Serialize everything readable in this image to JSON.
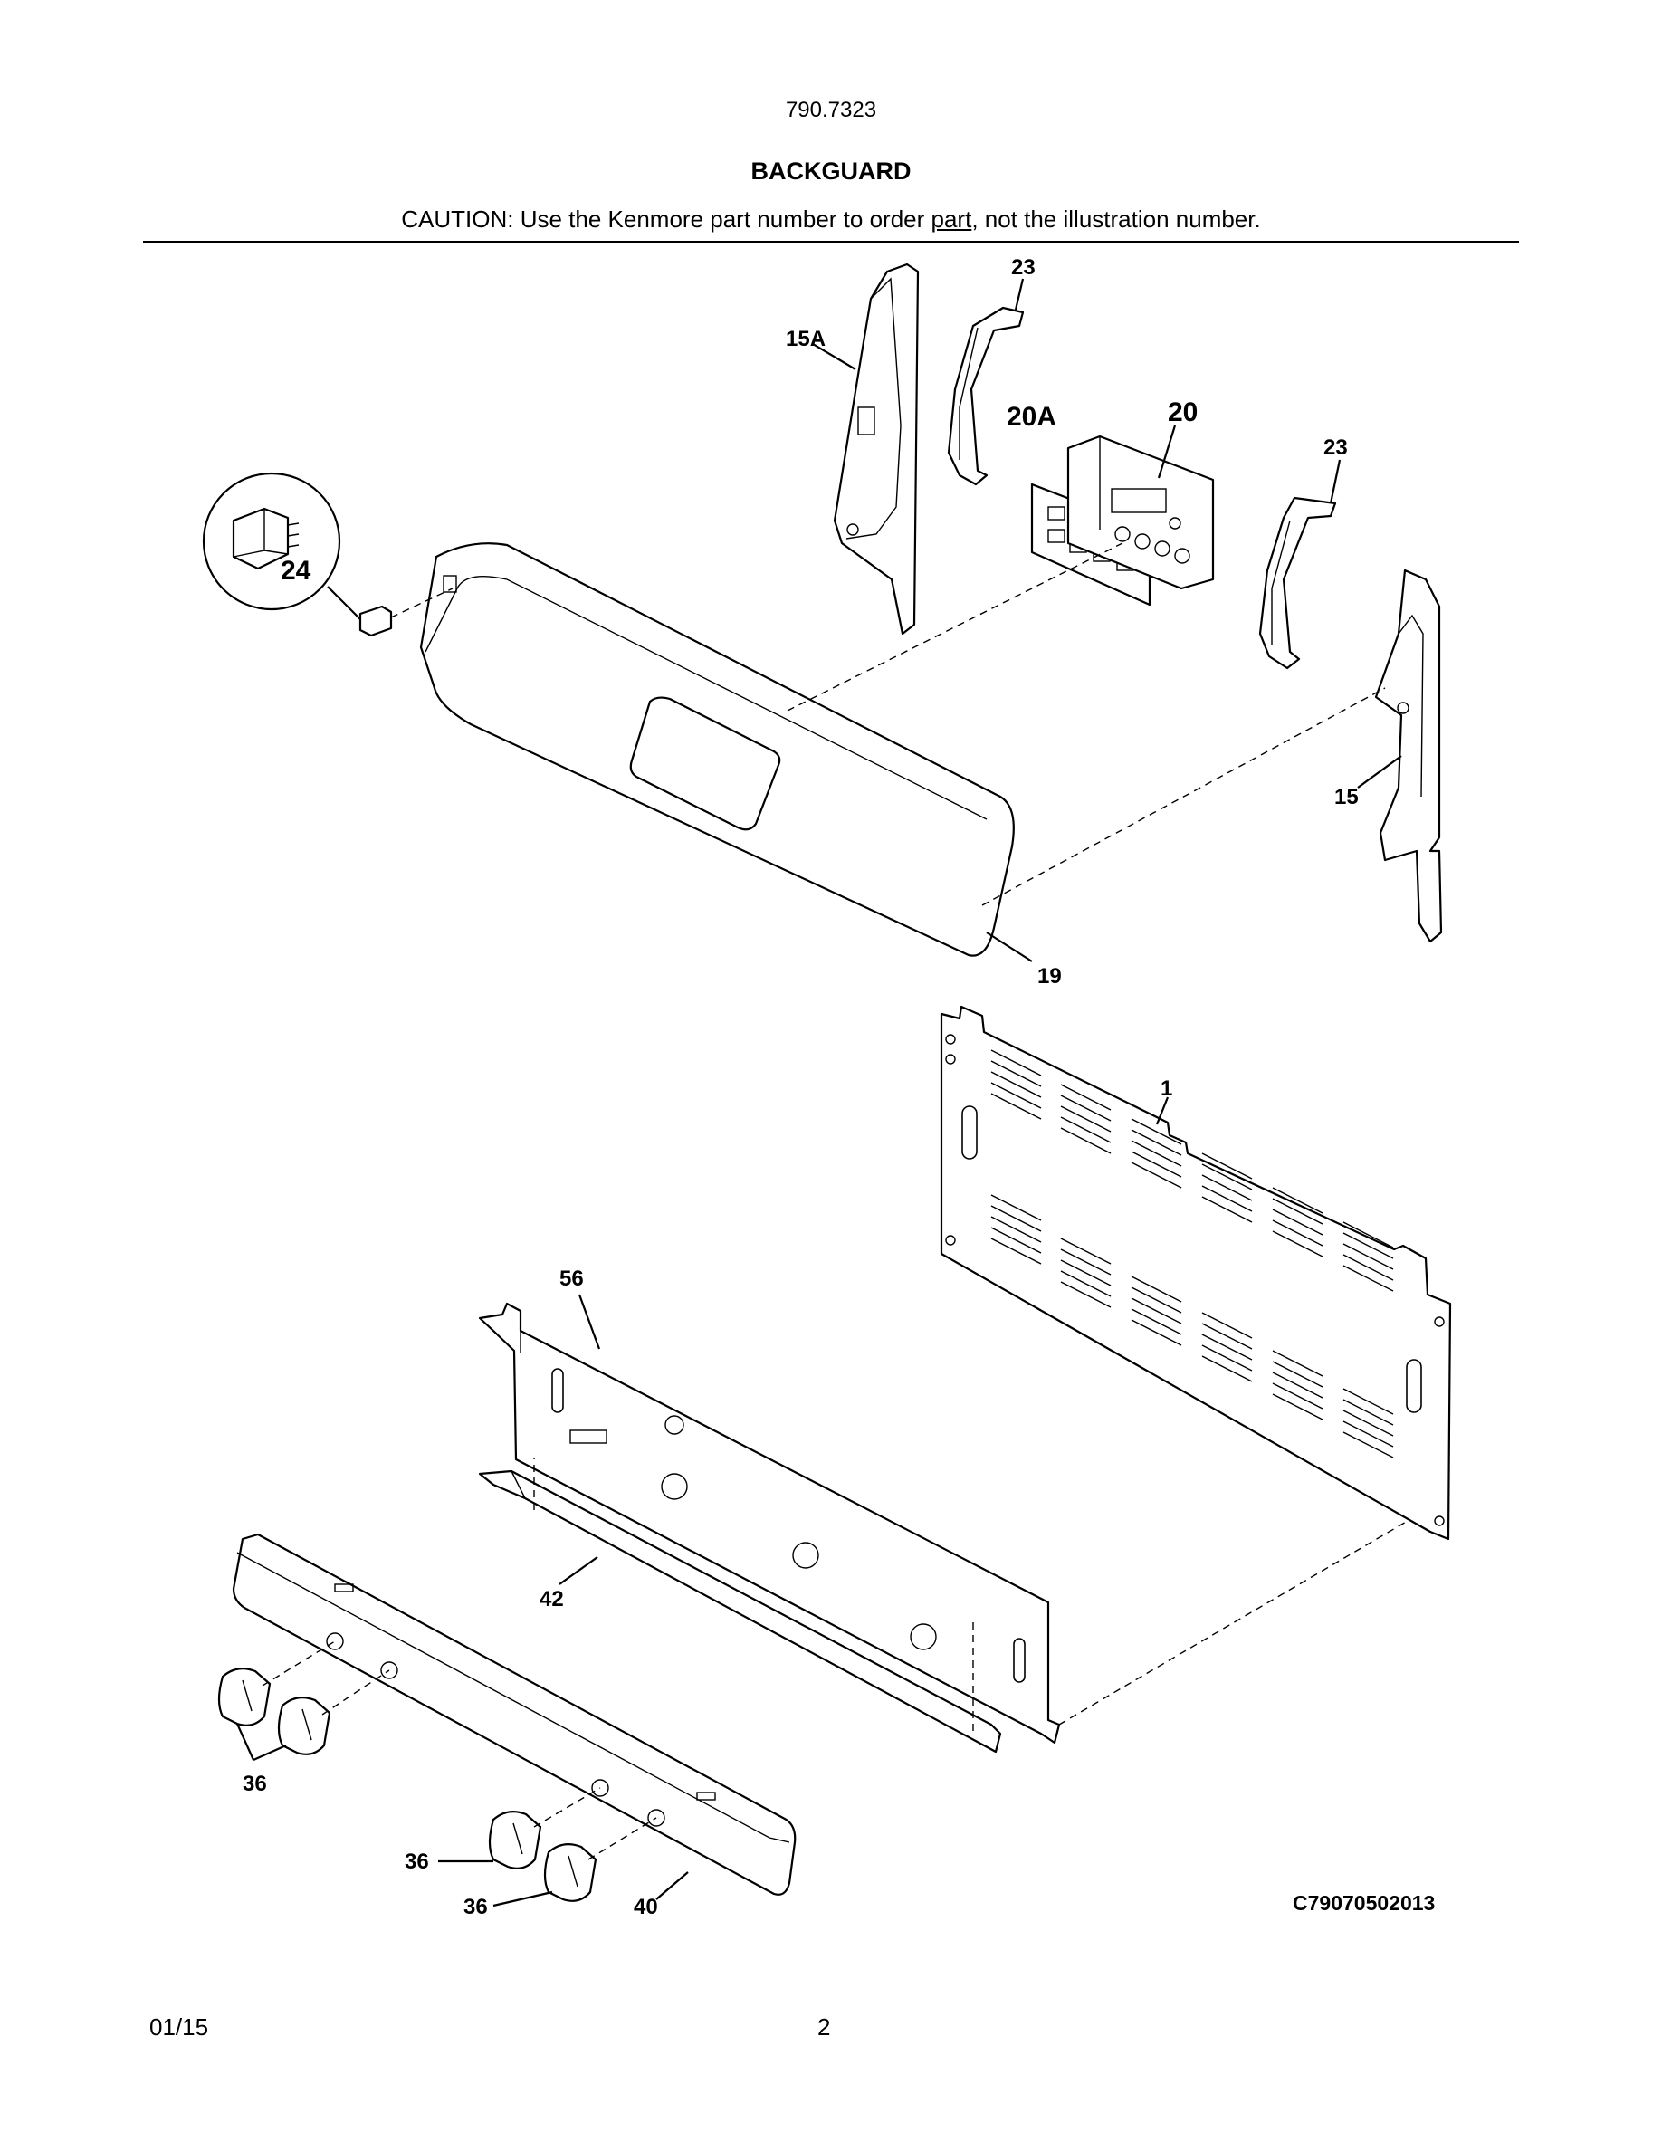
{
  "header": {
    "model_number": "790.7323",
    "title": "BACKGUARD",
    "caution_prefix": "CAUTION: Use the Kenmore part number to order ",
    "caution_link": "part",
    "caution_suffix": ", not the illustration number."
  },
  "callouts": {
    "c15a": "15A",
    "c23_top": "23",
    "c20a": "20A",
    "c20": "20",
    "c23_right": "23",
    "c24": "24",
    "c15": "15",
    "c19": "19",
    "c1": "1",
    "c56": "56",
    "c42": "42",
    "c36_a": "36",
    "c36_b": "36",
    "c36_c": "36",
    "c40": "40"
  },
  "diagram_code": "C79070502013",
  "footer": {
    "date": "01/15",
    "page_number": "2"
  }
}
